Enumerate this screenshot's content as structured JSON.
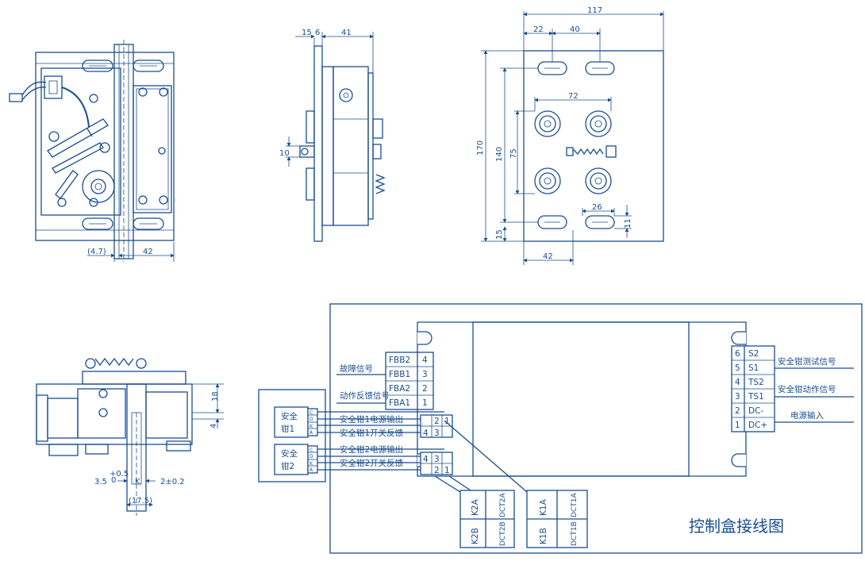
{
  "colors": {
    "line": "#1a4d8f",
    "background": "#ffffff"
  },
  "front_view": {
    "dim_offset": "(4.7)",
    "dim_width": "42"
  },
  "side_view": {
    "dim_a": "15",
    "dim_b": "6",
    "dim_c": "41",
    "dim_height": "10"
  },
  "plate_view": {
    "dim_total": "117",
    "dim_left": "22",
    "dim_slot": "40",
    "dim_bolt": "72",
    "dim_h_total": "170",
    "dim_h_140": "140",
    "dim_h_75": "75",
    "dim_h_15": "15",
    "dim_bottom": "42",
    "dim_26": "26",
    "dim_11": "11"
  },
  "bottom_view": {
    "dim_18": "18",
    "dim_4": "4",
    "dim_35": "3.5",
    "dim_35_tol_upper": "+0.5",
    "dim_35_tol_lower": "0",
    "dim_k": "K",
    "dim_2": "2±0.2",
    "dim_175": "(17.5)"
  },
  "wiring": {
    "title": "控制盒接线图",
    "left_signals": {
      "fault": "故障信号",
      "action": "动作反馈信号"
    },
    "left_terminals": [
      {
        "label": "FBB2",
        "num": "4"
      },
      {
        "label": "FBB1",
        "num": "3"
      },
      {
        "label": "FBA2",
        "num": "2"
      },
      {
        "label": "FBA1",
        "num": "1"
      }
    ],
    "right_terminals": [
      {
        "label": "S2",
        "num": "6"
      },
      {
        "label": "S1",
        "num": "5"
      },
      {
        "label": "TS2",
        "num": "4"
      },
      {
        "label": "TS1",
        "num": "3"
      },
      {
        "label": "DC-",
        "num": "2"
      },
      {
        "label": "DC+",
        "num": "1"
      }
    ],
    "right_signals": {
      "test": "安全钳测试信号",
      "action": "安全钳动作信号",
      "power": "电源输入"
    },
    "clamp1": {
      "name_a": "安全",
      "name_b": "钳1",
      "power": "安全钳1电源输出",
      "switch": "安全钳1开关反馈"
    },
    "clamp2": {
      "name_a": "安全",
      "name_b": "钳2",
      "power": "安全钳2电源输出",
      "switch": "安全钳2开关反馈"
    },
    "conn_nums": {
      "n4": "4",
      "n3": "3",
      "n2": "2",
      "n1": "1"
    },
    "conn_small": {
      "c": "C",
      "d": "D",
      "k": "K",
      "a": "A"
    },
    "relay2": {
      "k2a": "K2A",
      "k2b": "K2B",
      "dct2a": "DCT2A",
      "dct2b": "DCT2B"
    },
    "relay1": {
      "k1a": "K1A",
      "k1b": "K1B",
      "dct1a": "DCT1A",
      "dct1b": "DCT1B"
    }
  }
}
